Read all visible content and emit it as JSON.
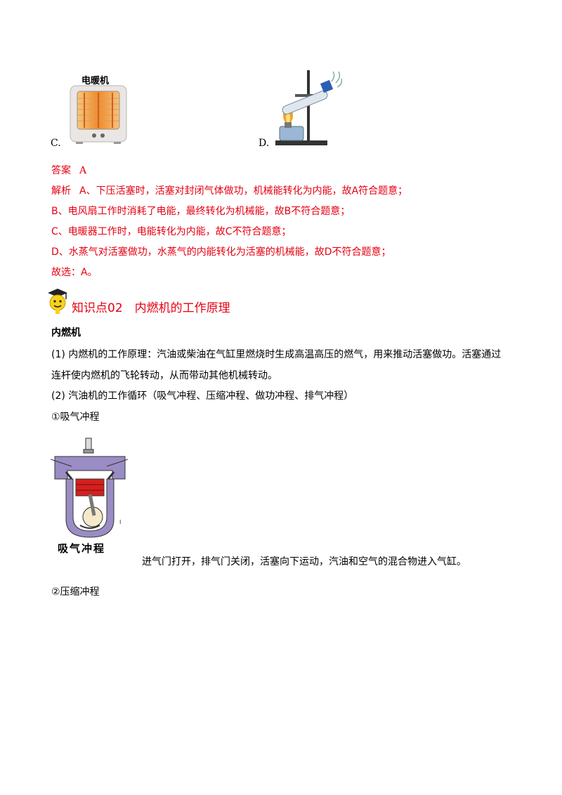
{
  "options": {
    "c_label": "C.",
    "c_image_caption": "电暖机",
    "d_label": "D."
  },
  "answer": {
    "label": "答案",
    "value": "A",
    "explain_label": "解析",
    "lines": [
      "A、下压活塞时，活塞对封闭气体做功，机械能转化为内能，故A符合题意；",
      "B、电风扇工作时消耗了电能，最终转化为机械能，故B不符合题意；",
      "C、电暖器工作时，电能转化为内能，故C不符合题意；",
      "D、水蒸气对活塞做功，水蒸气的内能转化为活塞的机械能，故D不符合题意；",
      "故选：A。"
    ]
  },
  "section": {
    "heading": "知识点02　内燃机的工作原理",
    "subheading": "内燃机",
    "p1_line1": "(1)  内燃机的工作原理：汽油或柴油在气缸里燃烧时生成高温高压的燃气，用来推动活塞做功。活塞通过",
    "p1_line2": "连杆使内燃机的飞轮转动，从而带动其他机械转动。",
    "p2": "(2)  汽油机的工作循环（吸气冲程、压缩冲程、做功冲程、排气冲程）",
    "stroke1_title": "①吸气冲程",
    "stroke1_figure_caption": "吸气冲程",
    "stroke1_desc": "进气门打开，排气门关闭，活塞向下运动，汽油和空气的混合物进入气缸。",
    "stroke2_title": "②压缩冲程"
  }
}
